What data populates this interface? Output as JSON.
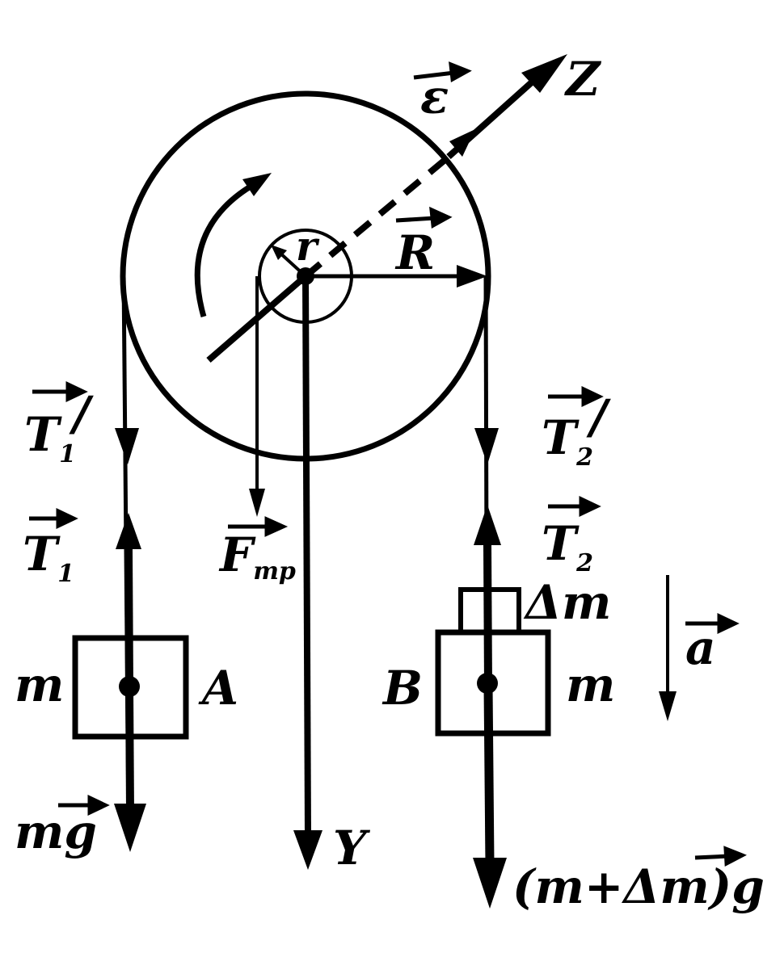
{
  "labels": {
    "z_axis": "Z",
    "y_axis": "Y",
    "epsilon": "ε",
    "inner_radius": "r",
    "outer_radius": "R",
    "t1_prime_main": "T",
    "t1_prime_sub": "1",
    "t1_prime_mark": "/",
    "t2_prime_main": "T",
    "t2_prime_sub": "2",
    "t2_prime_mark": "/",
    "t1_main": "T",
    "t1_sub": "1",
    "t2_main": "T",
    "t2_sub": "2",
    "friction_main": "F",
    "friction_sub": "mp",
    "mass_left": "m",
    "body_a": "A",
    "body_b": "B",
    "mass_right": "m",
    "delta_m": "Δm",
    "acceleration": "a",
    "gravity_left_m": "m",
    "gravity_left_g": "g",
    "gravity_right_mass": "(m+Δm)",
    "gravity_right_g": "g"
  },
  "colors": {
    "ink": "#000000",
    "background": "#ffffff"
  }
}
